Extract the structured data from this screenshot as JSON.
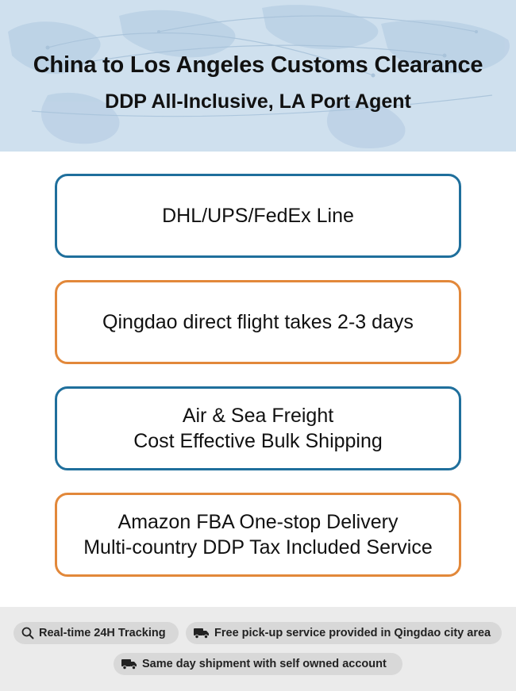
{
  "header": {
    "title": "China to Los Angeles Customs Clearance",
    "subtitle": "DDP All-Inclusive, LA Port Agent",
    "background_color": "#cfe0ee"
  },
  "services": [
    {
      "lines": [
        "DHL/UPS/FedEx Line"
      ],
      "border_color": "#1f6f9c"
    },
    {
      "lines": [
        "Qingdao direct flight takes 2-3 days"
      ],
      "border_color": "#e2883a"
    },
    {
      "lines": [
        "Air & Sea Freight",
        "Cost Effective Bulk Shipping"
      ],
      "border_color": "#1f6f9c"
    },
    {
      "lines": [
        "Amazon FBA One-stop Delivery",
        "Multi-country DDP Tax Included Service"
      ],
      "border_color": "#e2883a"
    }
  ],
  "features": [
    {
      "icon": "search-icon",
      "label": "Real-time 24H Tracking"
    },
    {
      "icon": "truck-icon",
      "label": "Free pick-up service provided in Qingdao city area"
    },
    {
      "icon": "truck-icon",
      "label": "Same day shipment with self owned account"
    }
  ]
}
